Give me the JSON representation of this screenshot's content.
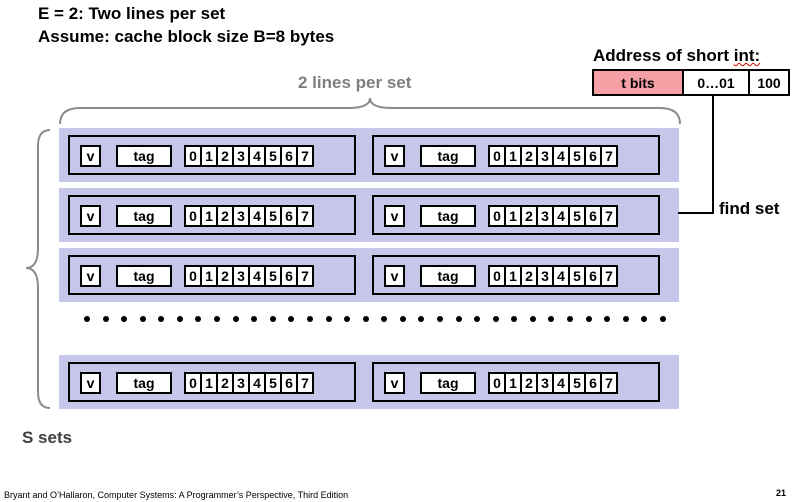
{
  "header": {
    "line1": "E = 2: Two lines per set",
    "line2": "Assume: cache block size B=8 bytes"
  },
  "lines_per_set_label": "2 lines per set",
  "s_sets_label": "S sets",
  "cache_line": {
    "valid_label": "v",
    "tag_label": "tag",
    "bytes": [
      "0",
      "1",
      "2",
      "3",
      "4",
      "5",
      "6",
      "7"
    ]
  },
  "address": {
    "title_prefix": "Address of short ",
    "title_suffix": "int:",
    "t_bits": "t bits",
    "set_index": "0…01",
    "block_offset": "100"
  },
  "find_set_label": "find set",
  "footer": {
    "citation": "Bryant and O’Hallaron, Computer Systems: A Programmer’s Perspective, Third Edition",
    "page_number": "21"
  },
  "colors": {
    "set_fill": "#c6c6ea",
    "t_bits_fill": "#f4a0a5",
    "label_gray": "#7f7f7f"
  }
}
